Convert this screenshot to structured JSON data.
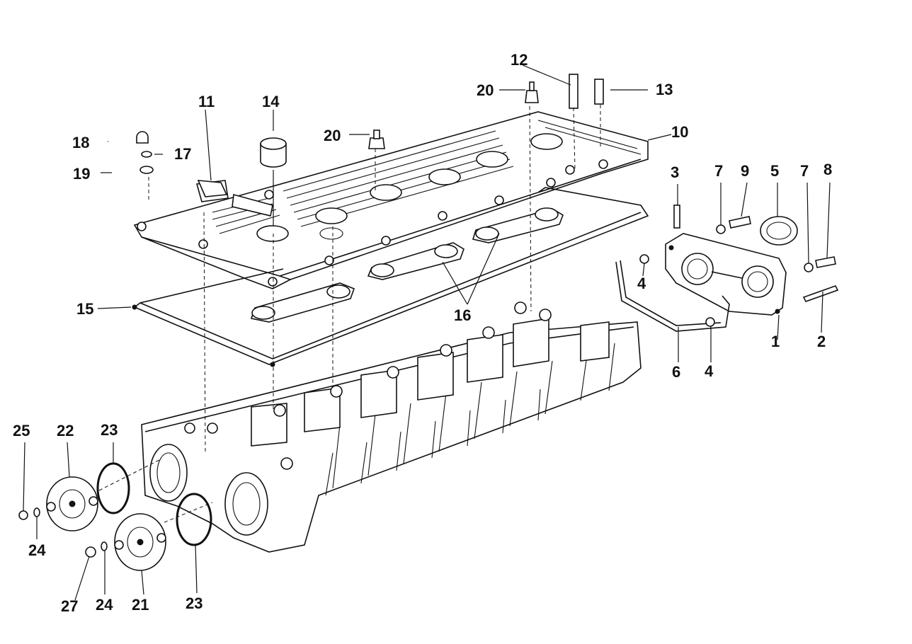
{
  "diagram": {
    "labels": {
      "p1": "1",
      "p2": "2",
      "p3": "3",
      "p4a": "4",
      "p4b": "4",
      "p5": "5",
      "p6": "6",
      "p7a": "7",
      "p7b": "7",
      "p8": "8",
      "p9": "9",
      "p10": "10",
      "p11": "11",
      "p12": "12",
      "p13": "13",
      "p14": "14",
      "p15": "15",
      "p16": "16",
      "p17": "17",
      "p18": "18",
      "p19": "19",
      "p20a": "20",
      "p20b": "20",
      "p21": "21",
      "p22": "22",
      "p23a": "23",
      "p23b": "23",
      "p24a": "24",
      "p24b": "24",
      "p25": "25",
      "p27": "27"
    }
  }
}
